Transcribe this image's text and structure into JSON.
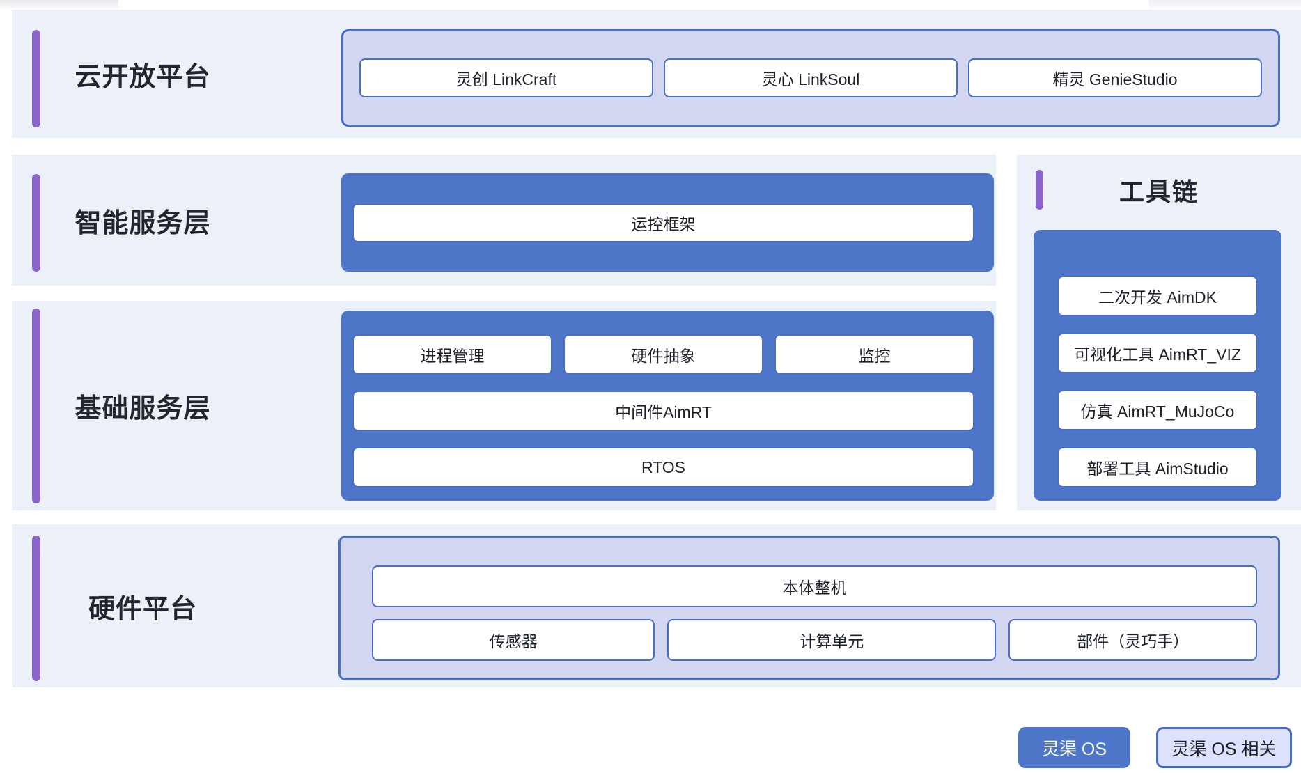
{
  "colors": {
    "row_bg": "#ecf0f9",
    "blue": "#4d76c8",
    "lavender": "#d3d7f1",
    "border_blue": "#4a6fc6",
    "purple_bar": "#8b64cb",
    "legend_related_bg": "#dde1fb",
    "label_text": "#25262c",
    "box_text": "#1d212b"
  },
  "sections": {
    "cloud": {
      "label": "云开放平台",
      "items": [
        "灵创 LinkCraft",
        "灵心 LinkSoul",
        "精灵 GenieStudio"
      ]
    },
    "intelligent": {
      "label": "智能服务层",
      "items": [
        "运控框架"
      ]
    },
    "foundation": {
      "label": "基础服务层",
      "row1": [
        "进程管理",
        "硬件抽象",
        "监控"
      ],
      "row2": [
        "中间件AimRT"
      ],
      "row3": [
        "RTOS"
      ]
    },
    "toolchain": {
      "label": "工具链",
      "items": [
        "二次开发 AimDK",
        "可视化工具 AimRT_VIZ",
        "仿真 AimRT_MuJoCo",
        "部署工具 AimStudio"
      ]
    },
    "hardware": {
      "label": "硬件平台",
      "row1": [
        "本体整机"
      ],
      "row2": [
        "传感器",
        "计算单元",
        "部件（灵巧手）"
      ]
    }
  },
  "legend": {
    "os": "灵渠 OS",
    "os_related": "灵渠 OS 相关"
  }
}
